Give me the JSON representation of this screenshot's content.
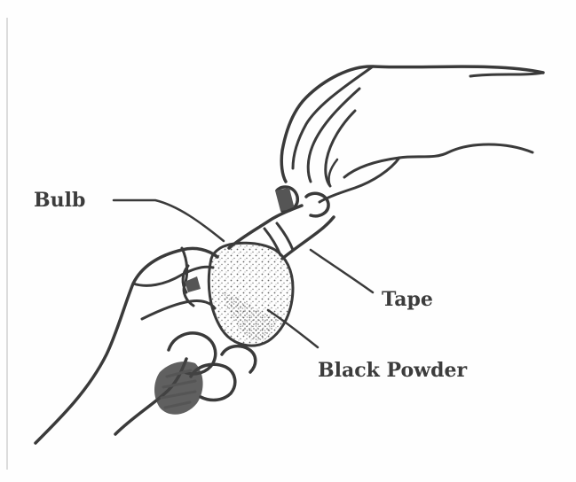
{
  "labels": {
    "bulb": "Bulb",
    "tape": "Tape",
    "black_powder": "Black Powder"
  },
  "colors": {
    "ink": "#3a3a3a",
    "label_text": "#3c3c3c",
    "background": "#fefefe"
  }
}
